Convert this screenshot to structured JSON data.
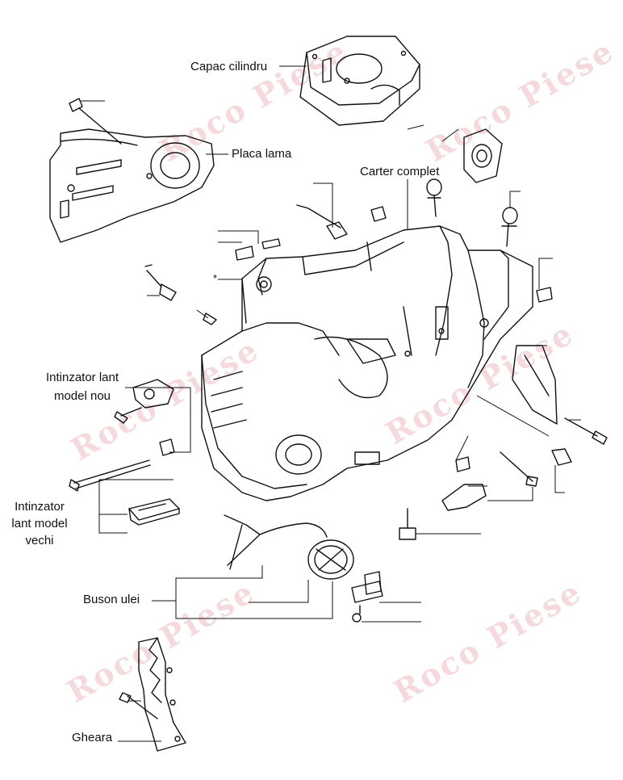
{
  "diagram": {
    "labels": {
      "capac_cilindru": "Capac cilindru",
      "placa_lama": "Placa lama",
      "carter_complet": "Carter complet",
      "intinzator_nou_line1": "Intinzator lant",
      "intinzator_nou_line2": "model nou",
      "intinzator_vechi_line1": "Intinzator",
      "intinzator_vechi_line2": "lant model",
      "intinzator_vechi_line3": "vechi",
      "buson_ulei": "Buson ulei",
      "gheara": "Gheara",
      "asterisk": "*"
    },
    "watermark": "Roco Piese",
    "line_color": "#111111",
    "watermark_color": "#f5d3d6"
  }
}
